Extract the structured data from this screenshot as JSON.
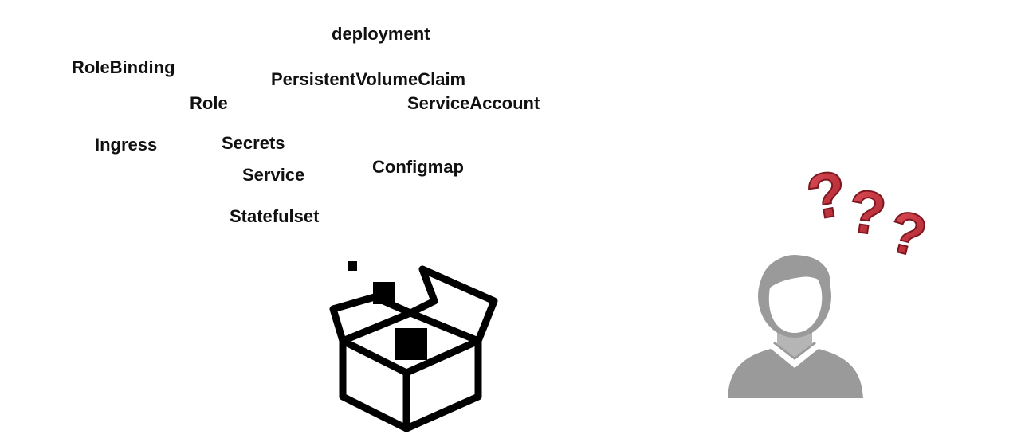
{
  "terms": {
    "deployment": "deployment",
    "rolebinding": "RoleBinding",
    "persistent_volume_claim": "PersistentVolumeClaim",
    "role": "Role",
    "service_account": "ServiceAccount",
    "ingress": "Ingress",
    "secrets": "Secrets",
    "configmap": "Configmap",
    "service": "Service",
    "statefulset": "Statefulset"
  },
  "icons": {
    "box": "open-box-icon",
    "person": "confused-person-icon",
    "question_marks": "question-marks-icon"
  },
  "colors": {
    "text": "#111111",
    "box_stroke": "#000000",
    "person": "#9a9a9a",
    "question_mark": "#c8323a"
  }
}
